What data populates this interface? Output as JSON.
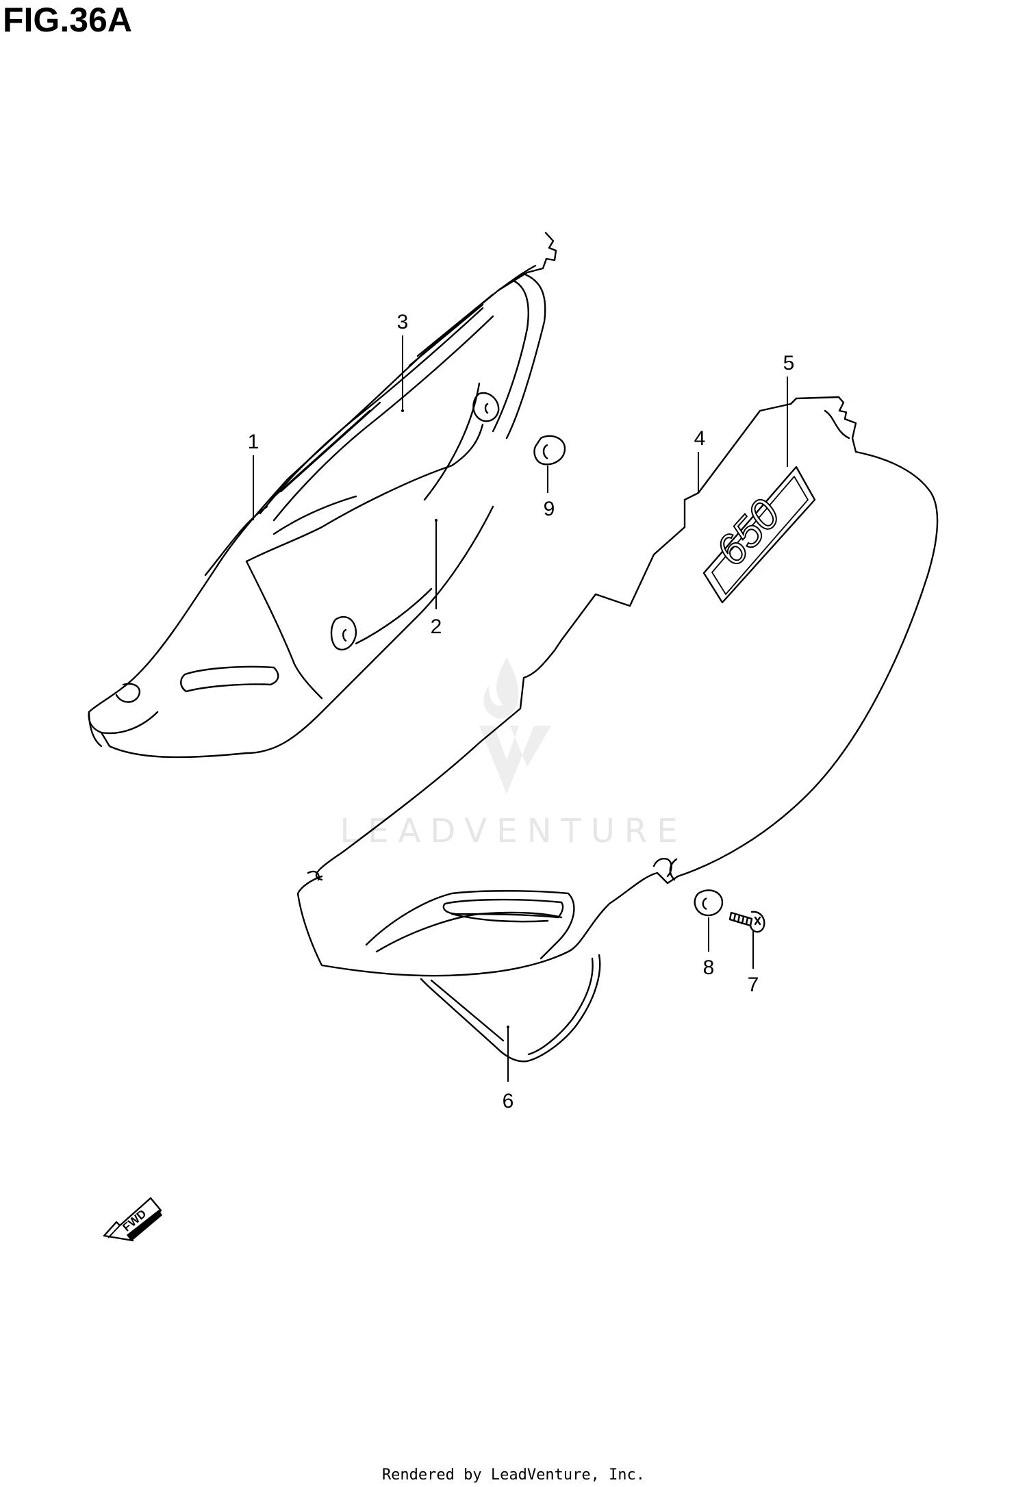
{
  "figure": {
    "title": "FIG.36A"
  },
  "callouts": {
    "c1": "1",
    "c2": "2",
    "c3": "3",
    "c4": "4",
    "c5": "5",
    "c6": "6",
    "c7": "7",
    "c8": "8",
    "c9": "9"
  },
  "emblem_text": "650",
  "fwd_arrow_text": "FWD",
  "watermark": {
    "text": "LEADVENTURE"
  },
  "footer": {
    "text": "Rendered by LeadVenture, Inc."
  },
  "colors": {
    "line": "#000000",
    "background": "#ffffff",
    "watermark": "#e6e6e6"
  }
}
